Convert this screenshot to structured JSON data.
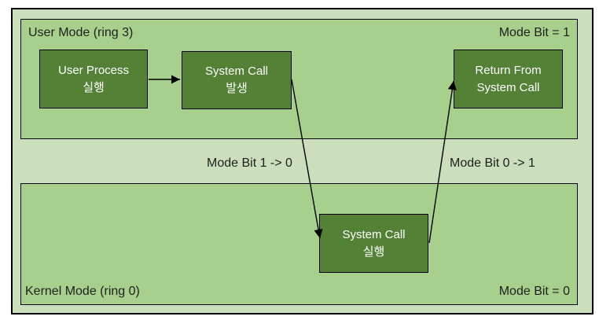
{
  "user_mode": {
    "label": "User Mode (ring 3)",
    "mode_bit_label": "Mode Bit = 1",
    "boxes": {
      "user_process": {
        "line1": "User Process",
        "line2": "실행"
      },
      "system_call_raise": {
        "line1": "System Call",
        "line2": "발생"
      },
      "return_from_system_call": {
        "line1": "Return From",
        "line2": "System Call"
      }
    }
  },
  "kernel_mode": {
    "label": "Kernel Mode (ring 0)",
    "mode_bit_label": "Mode Bit = 0",
    "boxes": {
      "system_call_exec": {
        "line1": "System Call",
        "line2": "실행"
      }
    }
  },
  "transitions": {
    "user_to_kernel": "Mode Bit 1 -> 0",
    "kernel_to_user": "Mode Bit 0 -> 1"
  },
  "colors": {
    "outer_background": "#CBDFBC",
    "mode_region_background": "#A8D08D",
    "process_box_background": "#538135",
    "border": "#000000",
    "process_box_text": "#FFFFFF",
    "label_text": "#1F1F1F"
  }
}
